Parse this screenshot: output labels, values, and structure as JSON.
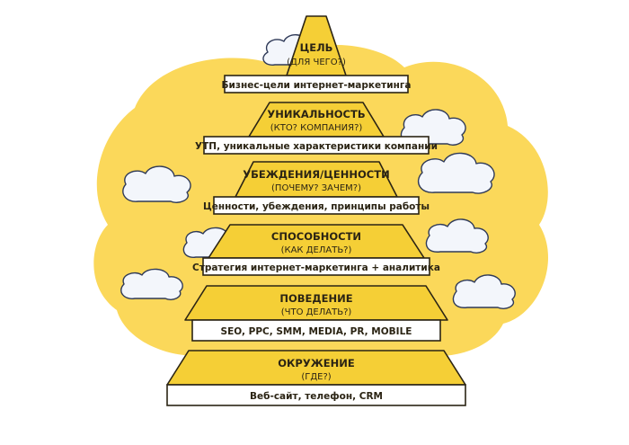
{
  "colors": {
    "background_blob": "#fbd85a",
    "tier_fill": "#f5cf36",
    "tier_stroke": "#2b2414",
    "bar_fill": "#ffffff",
    "cloud_fill": "#f3f6fb",
    "cloud_stroke": "#2f3a58"
  },
  "levels": [
    {
      "title": "ЦЕЛЬ",
      "question": "(ДЛЯ ЧЕГО?)",
      "bar": "Бизнес-цели интернет-маркетинга"
    },
    {
      "title": "УНИКАЛЬНОСТЬ",
      "question": "(КТО? КОМПАНИЯ?)",
      "bar": "УТП, уникальные характеристики компании"
    },
    {
      "title": "УБЕЖДЕНИЯ/ЦЕННОСТИ",
      "question": "(ПОЧЕМУ? ЗАЧЕМ?)",
      "bar": "Ценности, убеждения, принципы работы"
    },
    {
      "title": "СПОСОБНОСТИ",
      "question": "(КАК ДЕЛАТЬ?)",
      "bar": "Стратегия интернет-маркетинга + аналитика"
    },
    {
      "title": "ПОВЕДЕНИЕ",
      "question": "(ЧТО ДЕЛАТЬ?)",
      "bar": "SEO, PPC, SMM, MEDIA, PR, MOBILE"
    },
    {
      "title": "ОКРУЖЕНИЕ",
      "question": "(ГДЕ?)",
      "bar": "Веб-сайт, телефон, CRM"
    }
  ]
}
